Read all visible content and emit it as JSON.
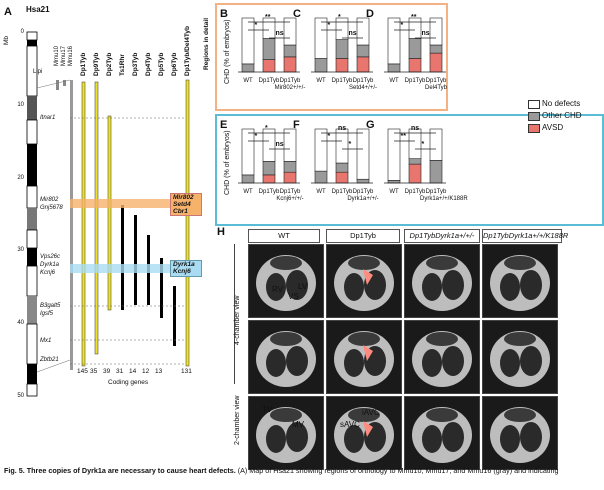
{
  "panel_a": {
    "letter": "A",
    "chromosome": "Hsa21",
    "y_axis_label": "Mb",
    "y_ticks": [
      "0",
      "10",
      "20",
      "30",
      "40",
      "50"
    ],
    "orthology": [
      "Mmu10",
      "Mmu17",
      "Mmu16"
    ],
    "strains": [
      "Dp1Tyb",
      "Dp9Tyb",
      "Dp2Tyb",
      "Ts1Rhr",
      "Dp3Tyb",
      "Dp4Tyb",
      "Dp5Tyb",
      "Dp6Tyb",
      "Dp1Tyb/Del4Tyb"
    ],
    "regions_label": "Regions in detail",
    "genes": [
      "Lipi",
      "Itnar1",
      "Mir802",
      "Gnj5678",
      "Vps26c",
      "Dyrk1a",
      "Kcnj6",
      "B3galt5",
      "Igsf5",
      "Mx1",
      "Zbtb21"
    ],
    "region1_genes": [
      "Mir802",
      "Setd4",
      "Cbr1"
    ],
    "region2_genes": [
      "Dyrk1a",
      "Kcnj6"
    ],
    "coding_gene_counts": [
      "145",
      "35",
      "39",
      "31",
      "14",
      "12",
      "13",
      "131"
    ],
    "coding_genes_label": "Coding genes"
  },
  "legend": {
    "items": [
      {
        "label": "No defects",
        "color": "#ffffff"
      },
      {
        "label": "Other CHD",
        "color": "#9a9a9a"
      },
      {
        "label": "AVSD",
        "color": "#e8766e"
      }
    ]
  },
  "chart_data": [
    {
      "type": "bar",
      "panel": "B",
      "ylabel": "CHD (% of embryos)",
      "ylim": [
        0,
        100
      ],
      "categories": [
        "WT",
        "Dp1Tyb",
        "Dp1Tyb Mir802+/+/-"
      ],
      "series": [
        {
          "name": "AVSD",
          "values": [
            0,
            23,
            28
          ]
        },
        {
          "name": "Other CHD",
          "values": [
            15,
            39,
            22
          ]
        },
        {
          "name": "No defects",
          "values": [
            85,
            38,
            50
          ]
        }
      ],
      "annotations": [
        "*",
        "**",
        "ns"
      ]
    },
    {
      "type": "bar",
      "panel": "C",
      "ylim": [
        0,
        100
      ],
      "categories": [
        "WT",
        "Dp1Tyb",
        "Dp1Tyb Setd4+/+/-"
      ],
      "series": [
        {
          "name": "AVSD",
          "values": [
            0,
            25,
            28
          ]
        },
        {
          "name": "Other CHD",
          "values": [
            25,
            35,
            22
          ]
        },
        {
          "name": "No defects",
          "values": [
            75,
            40,
            50
          ]
        }
      ],
      "annotations": [
        "*",
        "*",
        "ns"
      ]
    },
    {
      "type": "bar",
      "panel": "D",
      "ylim": [
        0,
        100
      ],
      "categories": [
        "WT",
        "Dp1Tyb",
        "Dp1Tyb Del4Tyb"
      ],
      "series": [
        {
          "name": "AVSD",
          "values": [
            0,
            25,
            35
          ]
        },
        {
          "name": "Other CHD",
          "values": [
            15,
            37,
            15
          ]
        },
        {
          "name": "No defects",
          "values": [
            85,
            38,
            50
          ]
        }
      ],
      "annotations": [
        "*",
        "**",
        "ns"
      ]
    },
    {
      "type": "bar",
      "panel": "E",
      "ylabel": "CHD (% of embryos)",
      "ylim": [
        0,
        100
      ],
      "categories": [
        "WT",
        "Dp1Tyb",
        "Dp1Tyb Kcnj6+/+/-"
      ],
      "series": [
        {
          "name": "AVSD",
          "values": [
            0,
            15,
            20
          ]
        },
        {
          "name": "Other CHD",
          "values": [
            15,
            25,
            20
          ]
        },
        {
          "name": "No defects",
          "values": [
            85,
            60,
            60
          ]
        }
      ],
      "annotations": [
        "*",
        "*",
        "ns"
      ]
    },
    {
      "type": "bar",
      "panel": "F",
      "ylim": [
        0,
        100
      ],
      "categories": [
        "WT",
        "Dp1Tyb",
        "Dp1Tyb Dyrk1a+/+/-"
      ],
      "series": [
        {
          "name": "AVSD",
          "values": [
            0,
            20,
            0
          ]
        },
        {
          "name": "Other CHD",
          "values": [
            22,
            17,
            7
          ]
        },
        {
          "name": "No defects",
          "values": [
            78,
            63,
            93
          ]
        }
      ],
      "annotations": [
        "*",
        "ns",
        "*"
      ]
    },
    {
      "type": "bar",
      "panel": "G",
      "ylim": [
        0,
        100
      ],
      "categories": [
        "WT",
        "Dp1Tyb",
        "Dp1Tyb Dyrk1a+/+/K188R"
      ],
      "series": [
        {
          "name": "AVSD",
          "values": [
            0,
            35,
            0
          ]
        },
        {
          "name": "Other CHD",
          "values": [
            5,
            10,
            42
          ]
        },
        {
          "name": "No defects",
          "values": [
            95,
            55,
            58
          ]
        }
      ],
      "annotations": [
        "**",
        "ns",
        "*"
      ]
    }
  ],
  "panel_h": {
    "letter": "H",
    "columns": [
      "WT",
      "Dp1Tyb",
      "Dp1TybDyrk1a+/+/-",
      "Dp1TybDyrk1a+/+/K188R"
    ],
    "row_labels": [
      "4-chamber view",
      "2-chamber view"
    ],
    "tissue_labels": {
      "rv": "RV",
      "vs": "VS",
      "lv": "LV",
      "tv": "TV",
      "mv": "MV",
      "savc": "sAVC",
      "iavc": "iAVC"
    }
  },
  "caption": {
    "bold": "Fig. 5. Three copies of Dyrk1a are necessary to cause heart defects.",
    "rest": " (A) Map of Hsa21 showing regions of orthology to Mmu10, Mmu17, and Mmu16 (gray) and indicating"
  }
}
